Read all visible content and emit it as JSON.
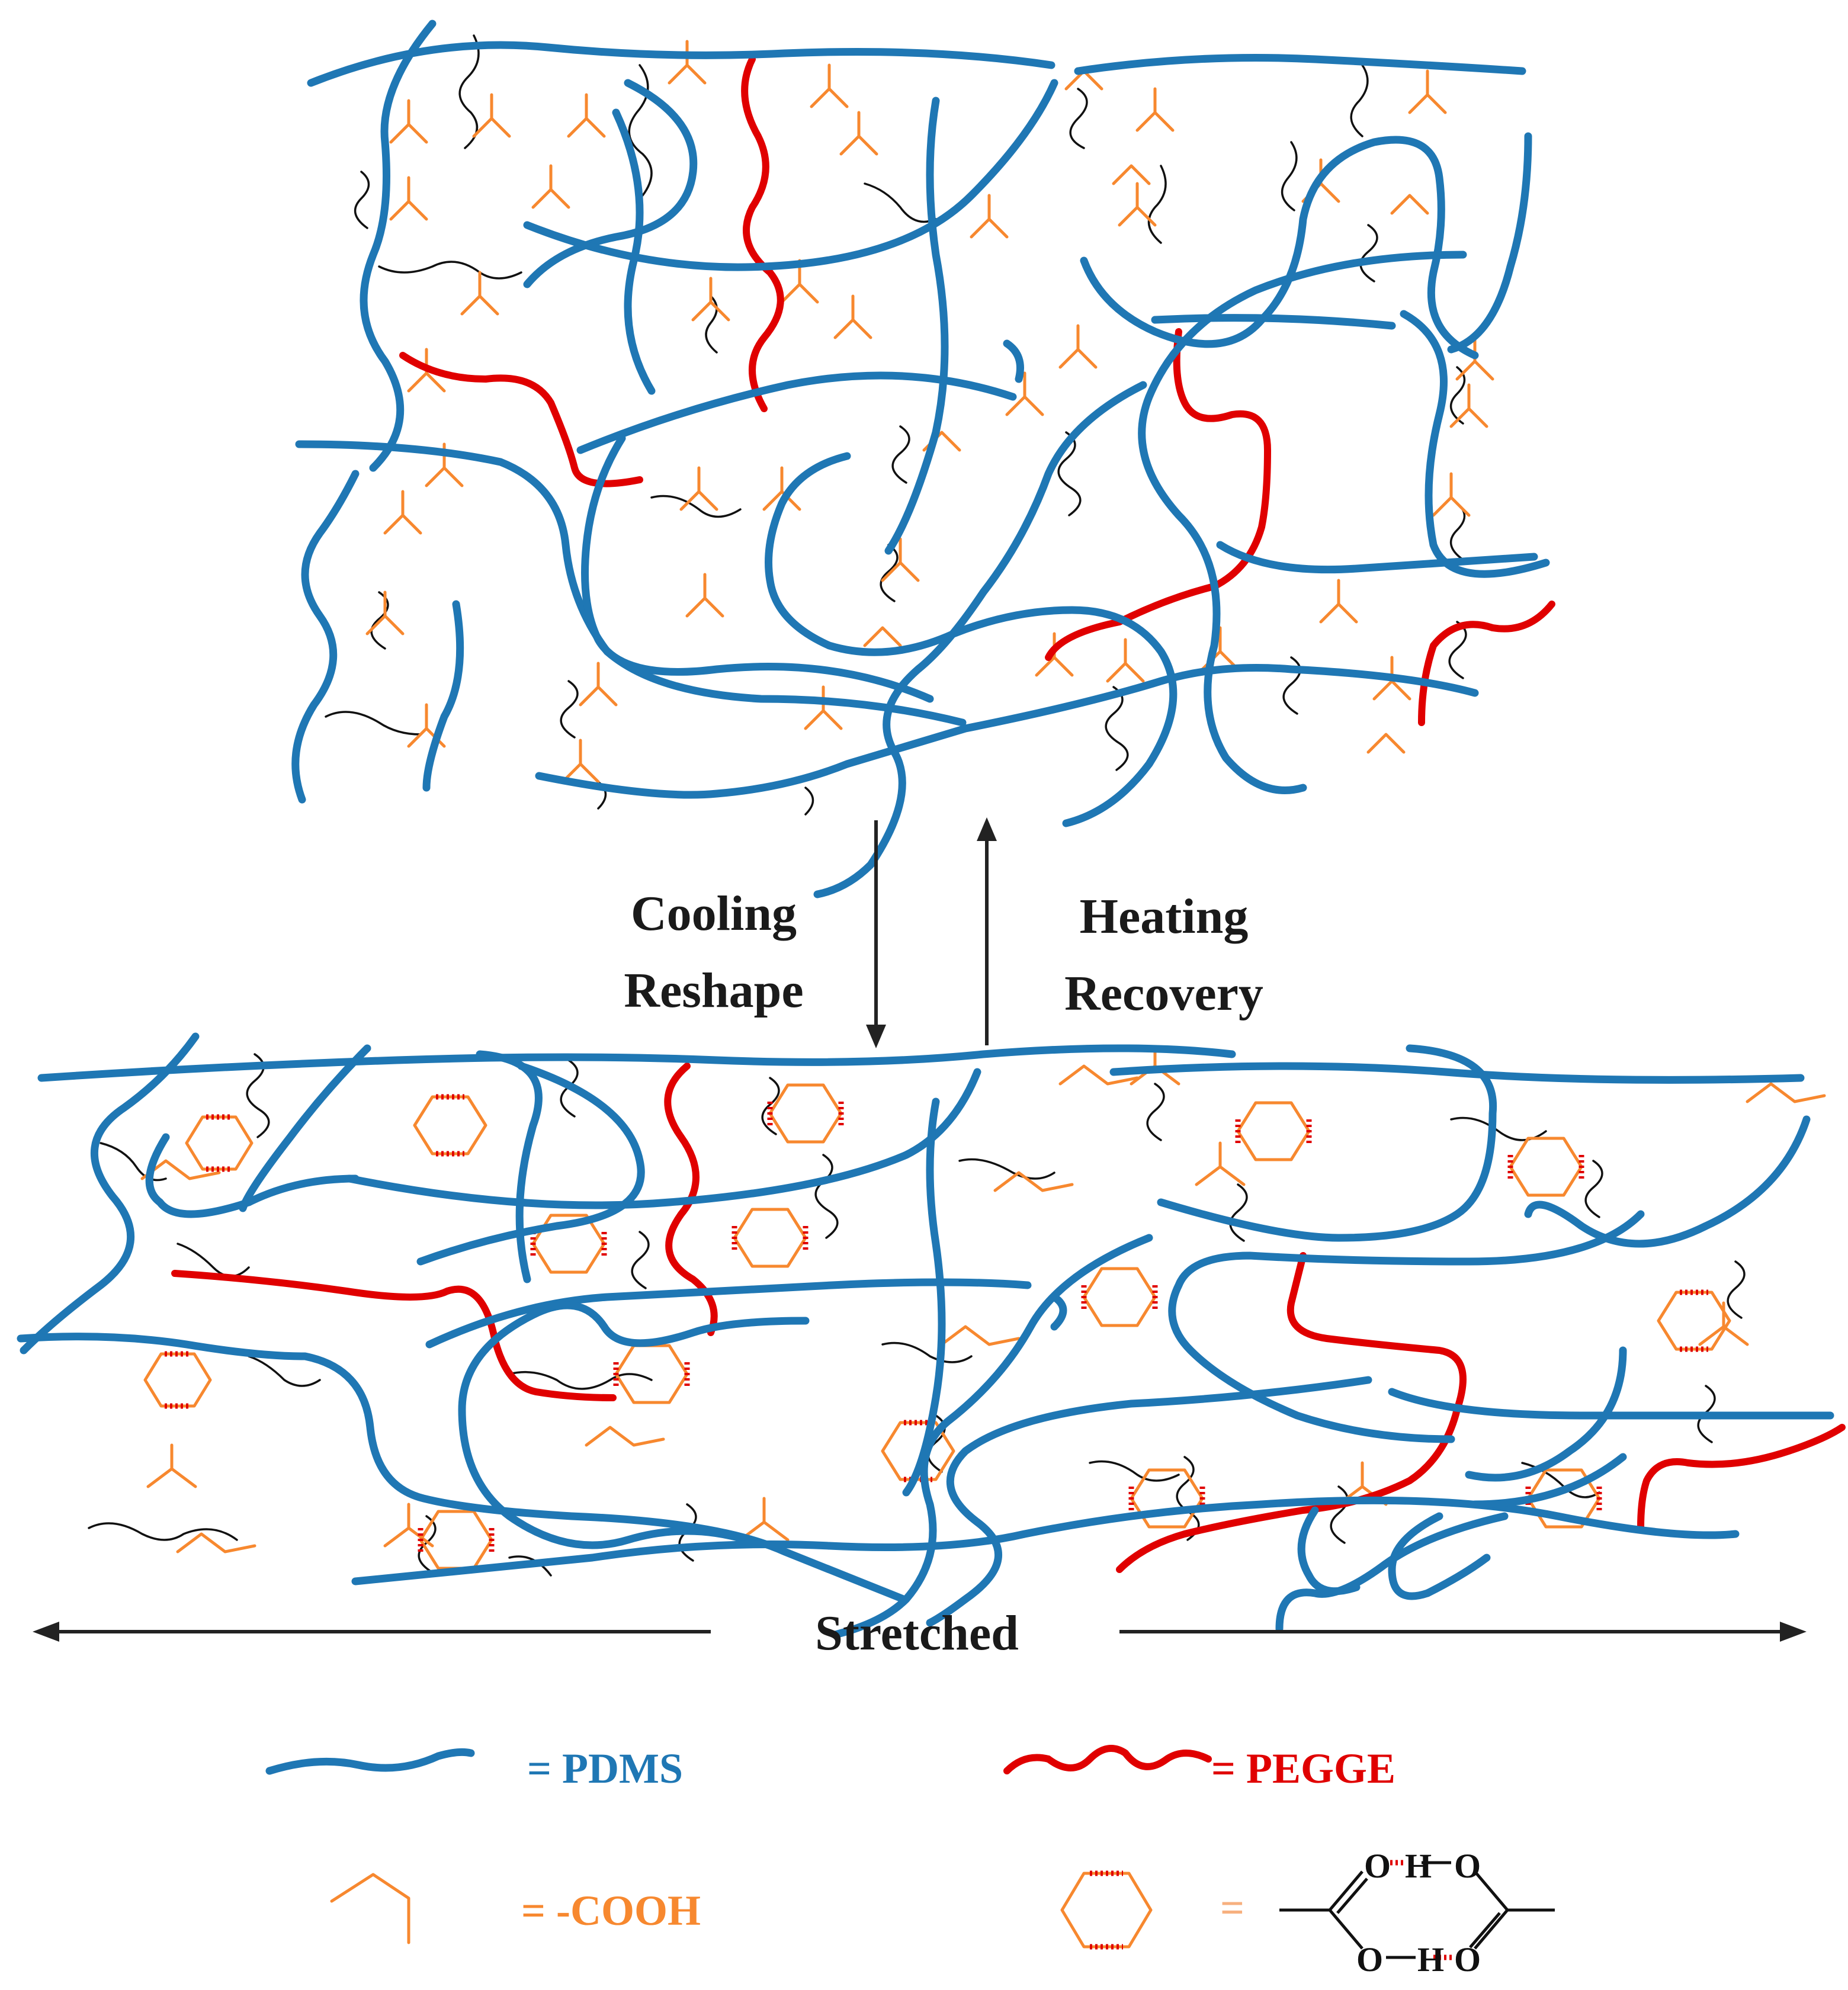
{
  "labels": {
    "cooling_line1": "Cooling",
    "cooling_line2": "Reshape",
    "heating_line1": "Heating",
    "heating_line2": "Recovery",
    "stretched": "Stretched"
  },
  "legend": {
    "pdms": "= PDMS",
    "pegge": "=  PEGGE",
    "cooh": "=  -COOH",
    "dimer_eq": "=",
    "dimer_o_top_left": "O",
    "dimer_h_top": "H",
    "dimer_o_top_right": "O",
    "dimer_o_bottom_left": "O",
    "dimer_h_bottom": "H",
    "dimer_o_bottom_right": "O"
  },
  "colors": {
    "pdms": "#1f77b4",
    "pegge": "#e00000",
    "cooh": "#f7882f",
    "crosslink": "#111111",
    "text": "#1a1a1a"
  }
}
